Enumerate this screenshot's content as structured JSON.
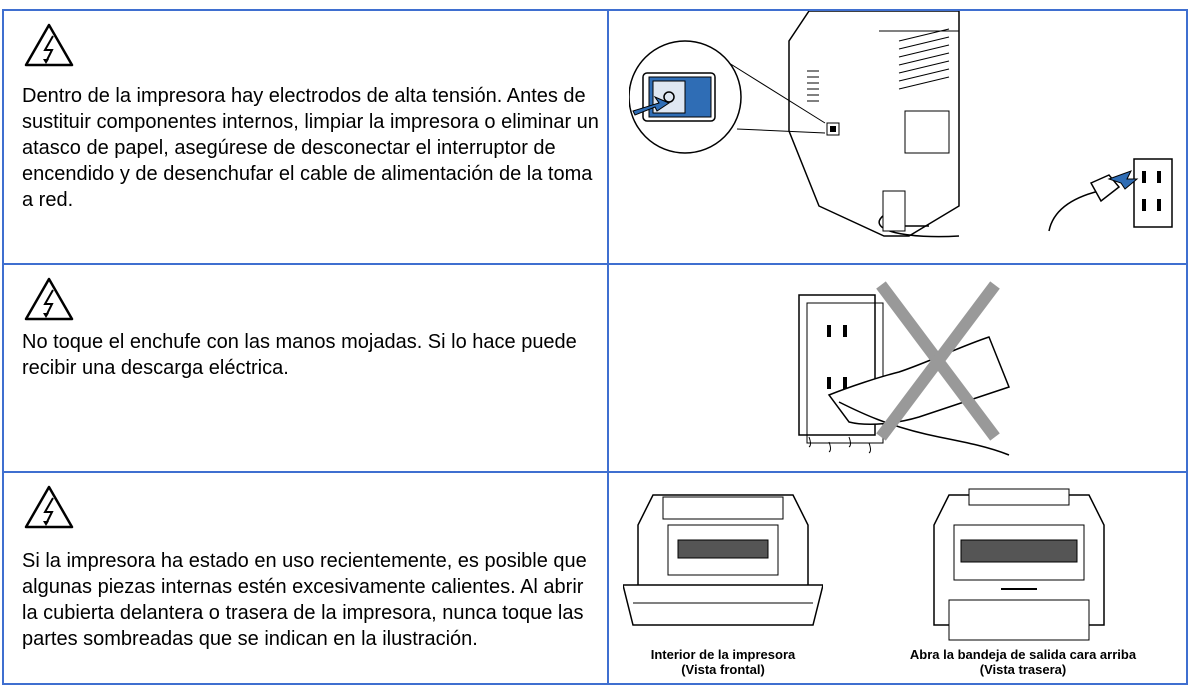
{
  "rows": [
    {
      "icon": "high-voltage-warning-icon",
      "text": "Dentro de la impresora hay electrodos de alta tensión. Antes de sustituir componentes internos, limpiar la impresora o eliminar un atasco de papel, asegúrese de desconectar el interruptor de encendido y de desenchufar el cable de alimentación de la toma a red.",
      "illustration": "power-switch-and-unplug-illustration"
    },
    {
      "icon": "high-voltage-warning-icon",
      "text": "No toque el enchufe con las manos mojadas. Si lo hace puede recibir una descarga eléctrica.",
      "illustration": "wet-hands-plug-crossed-illustration"
    },
    {
      "icon": "high-voltage-warning-icon",
      "text": "Si la impresora ha estado en uso recientemente, es posible que algunas piezas internas estén excesivamente calientes. Al abrir la cubierta delantera o trasera de la impresora, nunca toque las partes sombreadas que se indican en la ilustración.",
      "captions": [
        {
          "line1": "Interior de la impresora",
          "line2": "(Vista frontal)"
        },
        {
          "line1": "Abra la bandeja de salida cara arriba",
          "line2": "(Vista trasera)"
        }
      ]
    }
  ],
  "colors": {
    "border": "#3f6fd0",
    "accent": "#2f6db5",
    "shade": "#555555"
  }
}
